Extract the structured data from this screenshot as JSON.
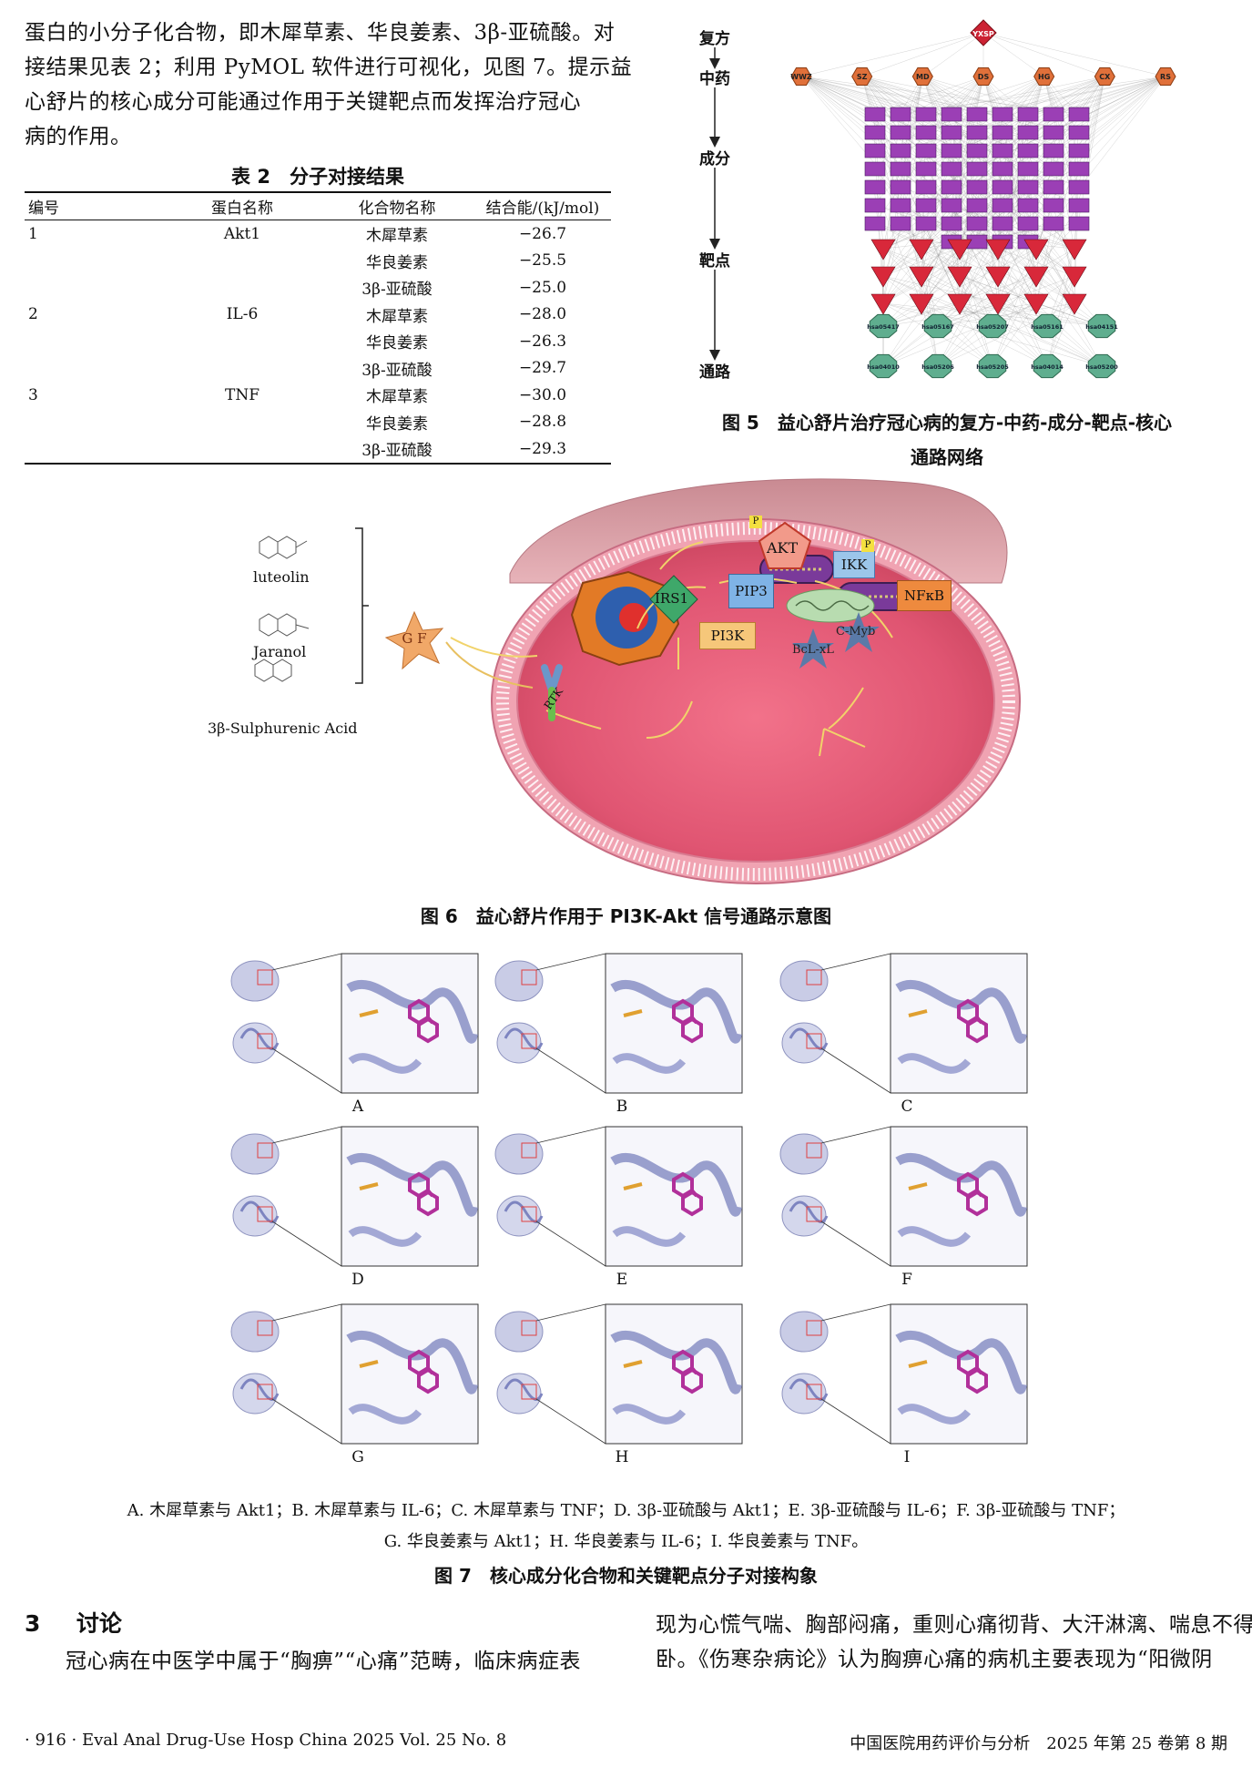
{
  "intro_paragraph": [
    "蛋白的小分子化合物，即木犀草素、华良姜素、3β-亚硫酸。对",
    "接结果见表 2；利用 PyMOL 软件进行可视化，见图 7。提示益",
    "心舒片的核心成分可能通过作用于关键靶点而发挥治疗冠心",
    "病的作用。"
  ],
  "table2": {
    "title": "表 2　分子对接结果",
    "headers": [
      "编号",
      "蛋白名称",
      "化合物名称",
      "结合能/(kJ/mol)"
    ],
    "rows": [
      [
        "1",
        "Akt1",
        "木犀草素",
        "−26.7"
      ],
      [
        "",
        "",
        "华良姜素",
        "−25.5"
      ],
      [
        "",
        "",
        "3β-亚硫酸",
        "−25.0"
      ],
      [
        "2",
        "IL-6",
        "木犀草素",
        "−28.0"
      ],
      [
        "",
        "",
        "华良姜素",
        "−26.3"
      ],
      [
        "",
        "",
        "3β-亚硫酸",
        "−29.7"
      ],
      [
        "3",
        "TNF",
        "木犀草素",
        "−30.0"
      ],
      [
        "",
        "",
        "华良姜素",
        "−28.8"
      ],
      [
        "",
        "",
        "3β-亚硫酸",
        "−29.3"
      ]
    ]
  },
  "figure5": {
    "levels": [
      "复方",
      "中药",
      "成分",
      "靶点",
      "通路"
    ],
    "formula_node": "YXSP",
    "herb_nodes": [
      "WWZ",
      "SZ",
      "MD",
      "DS",
      "HG",
      "CX",
      "RS"
    ],
    "pathway_nodes_row1": [
      "hsa05417",
      "hsa05167",
      "hsa05207",
      "hsa05161",
      "hsa04151"
    ],
    "pathway_nodes_row2": [
      "hsa04010",
      "hsa05206",
      "hsa05205",
      "hsa04014",
      "hsa05200"
    ],
    "caption_line1": "图 5　益心舒片治疗冠心病的复方-中药-成分-靶点-核心",
    "caption_line2": "通路网络"
  },
  "figure6": {
    "molecules": [
      "luteolin",
      "Jaranol",
      "3β-Sulphurenic Acid"
    ],
    "nodes": {
      "gf": "G F",
      "rtk": "RTK",
      "irs1": "IRS1",
      "pi3k": "PI3K",
      "pip3": "PIP3",
      "akt": "AKT",
      "ikk": "IKK",
      "nfkb": "NFκB",
      "bclxl": "BcL-xL",
      "cmyb": "C-Myb",
      "p_tag": "P"
    },
    "caption": "图 6　益心舒片作用于 PI3K-Akt 信号通路示意图"
  },
  "figure7": {
    "panel_labels": [
      "A",
      "B",
      "C",
      "D",
      "E",
      "F",
      "G",
      "H",
      "I"
    ],
    "legend_line1": "A. 木犀草素与 Akt1；B. 木犀草素与 IL-6；C. 木犀草素与 TNF；D. 3β-亚硫酸与 Akt1；E. 3β-亚硫酸与 IL-6；F. 3β-亚硫酸与 TNF；",
    "legend_line2": "G. 华良姜素与 Akt1；H. 华良姜素与 IL-6；I. 华良姜素与 TNF。",
    "caption": "图 7　核心成分化合物和关键靶点分子对接构象"
  },
  "section3": {
    "heading_number": "3",
    "heading_text": "讨论",
    "left_text": "冠心病在中医学中属于“胸痹”“心痛”范畴，临床病症表",
    "right_line1": "现为心慌气喘、胸部闷痛，重则心痛彻背、大汗淋漓、喘息不得",
    "right_line2": "卧。《伤寒杂病论》认为胸痹心痛的病机主要表现为“阳微阴"
  },
  "footer": {
    "left": "· 916 ·   Eval Anal Drug-Use Hosp China 2025 Vol. 25 No. 8",
    "right": "中国医院用药评价与分析　2025 年第 25 卷第 8 期"
  },
  "colors": {
    "herb_node": "#e0703a",
    "ingredient_node": "#9b3fb5",
    "target_node": "#d8283a",
    "pathway_node": "#5fae8f",
    "formula_node": "#cc2233",
    "cell_body": "#e8607a",
    "membrane": "#e58aa0"
  }
}
